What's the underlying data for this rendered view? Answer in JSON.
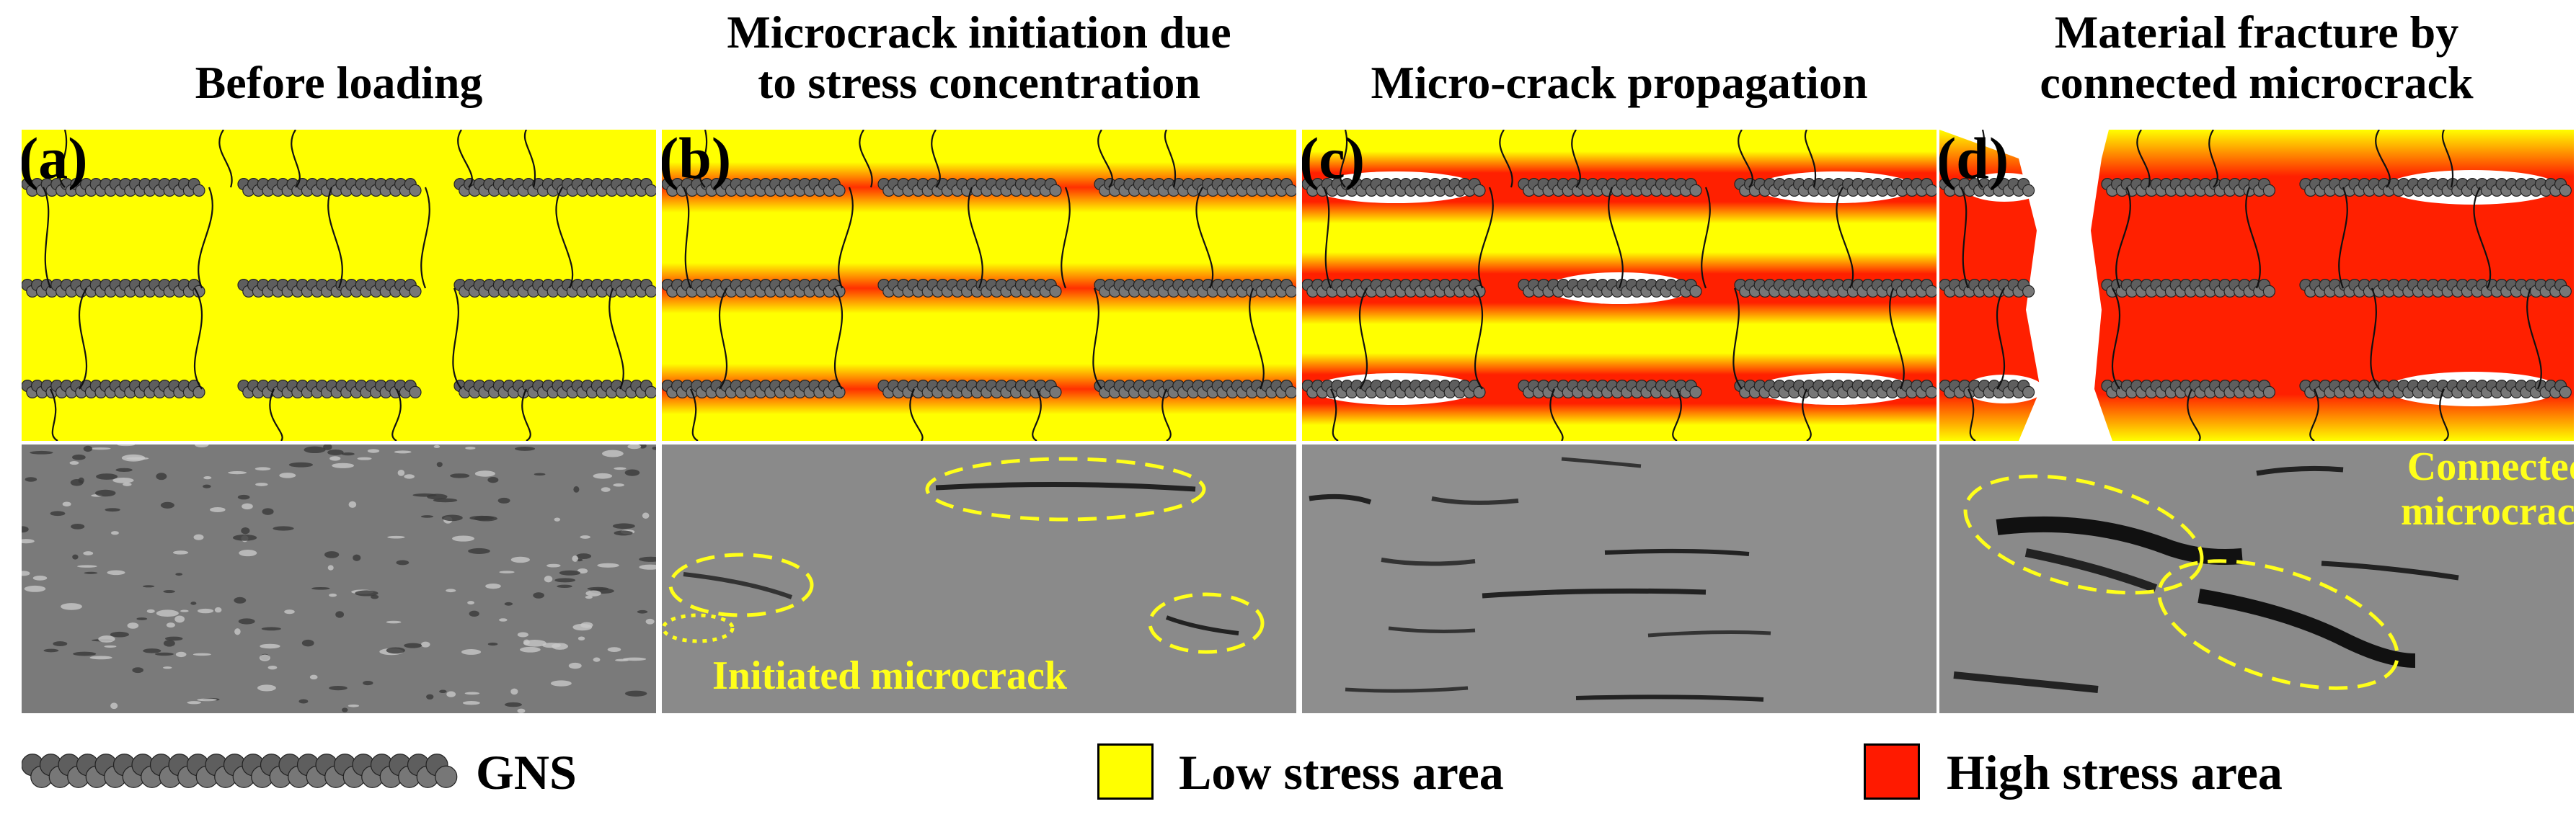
{
  "panels": [
    {
      "tag": "(a)",
      "title": "Before loading"
    },
    {
      "tag": "(b)",
      "title": "Microcrack initiation due\nto stress concentration"
    },
    {
      "tag": "(c)",
      "title": "Micro-crack propagation"
    },
    {
      "tag": "(d)",
      "title": "Material fracture by\nconnected microcrack"
    }
  ],
  "sem_labels": {
    "b": "Initiated microcrack",
    "d": "Connected\nmicrocrack"
  },
  "legend": {
    "gns_label": "GNS",
    "low_label": "Low stress area",
    "high_label": "High stress area"
  },
  "colors": {
    "low_stress": "#ffff00",
    "high_stress": "#ff2000",
    "annotation": "#ffff1a",
    "sem_gray": "#7f7f7f"
  }
}
